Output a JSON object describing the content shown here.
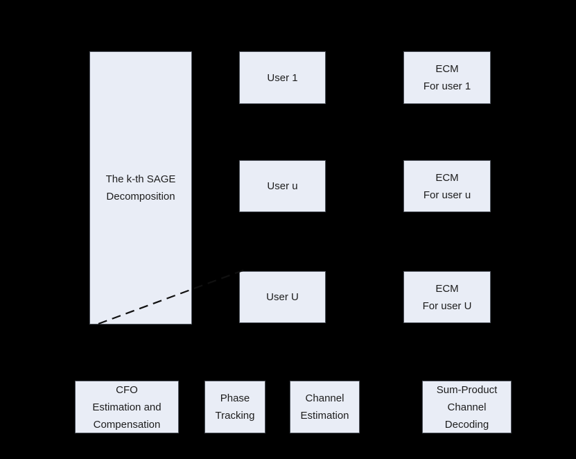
{
  "figure": {
    "background_color": "#000000",
    "box_fill_color": "#e9edf6",
    "box_border_color": "#50555e",
    "text_color": "#1c1c1c",
    "boxes": {
      "sage": "The k-th SAGE\nDecomposition",
      "user_1": "User 1",
      "user_u": "User u",
      "user_U": "User U",
      "ecm_1": "ECM\nFor user 1",
      "ecm_u": "ECM\nFor user u",
      "ecm_U": "ECM\nFor user U",
      "cfo": "CFO\nEstimation and\nCompensation",
      "phase": "Phase\nTracking",
      "channel": "Channel\nEstimation",
      "sum_product": "Sum-Product\nChannel\nDecoding"
    },
    "connector": {
      "style": "dashed",
      "color": "#101010",
      "from": "sage-box-bottom-left-corner",
      "to": "user-U-box-top-left-corner"
    }
  }
}
